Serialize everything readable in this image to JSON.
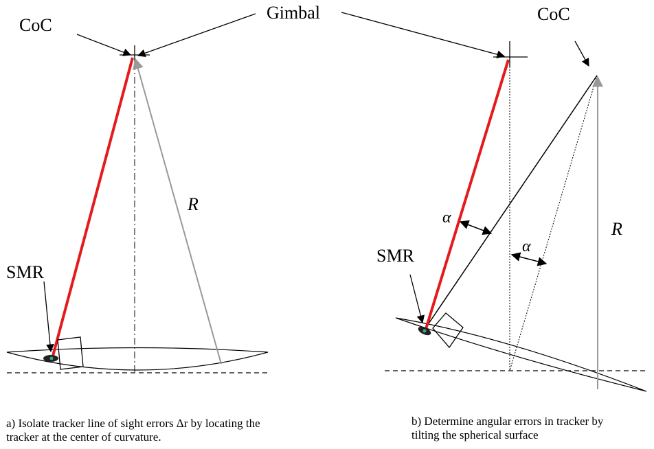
{
  "labels": {
    "gimbal": "Gimbal",
    "coc_left": "CoC",
    "coc_right": "CoC",
    "r_left": "R",
    "r_right": "R",
    "smr_left": "SMR",
    "smr_right": "SMR",
    "alpha_1": "α",
    "alpha_2": "α"
  },
  "captions": {
    "a_line1": "a) Isolate tracker line of sight errors Δr by locating the",
    "a_line2": "tracker at the center of curvature.",
    "b_line1": "b) Determine angular errors in tracker by",
    "b_line2": "tilting the spherical surface"
  },
  "colors": {
    "line_of_sight": "#e41a1c",
    "radius_line": "#999999",
    "target_dot": "#3aa88a",
    "ink": "#000000"
  }
}
